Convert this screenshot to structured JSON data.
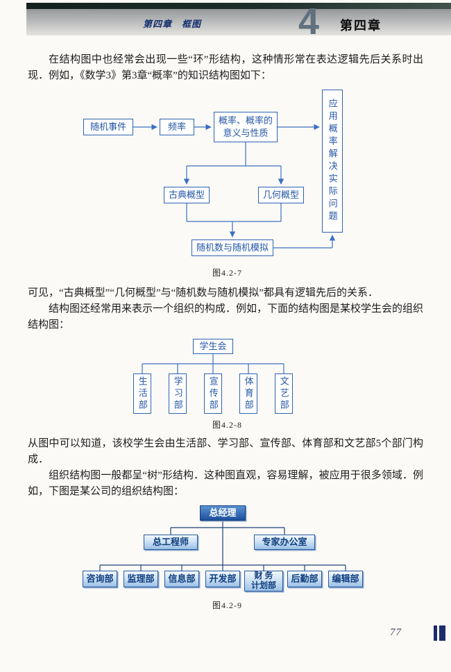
{
  "header": {
    "running_chapter": "第四章",
    "running_section": "框图",
    "chapter_number": "4",
    "chapter_title": "第四章"
  },
  "paragraphs": {
    "p1": "在结构图中也经常会出现一些“环”形结构，这种情形常在表达逻辑先后关系时出现．例如，《数学3》第3章“概率”的知识结构图如下：",
    "p2": "可见，“古典概型”“几何概型”与“随机数与随机模拟”都具有逻辑先后的关系．",
    "p3": "结构图还经常用来表示一个组织的构成．例如，下面的结构图是某校学生会的组织结构图：",
    "p4": "从图中可以知道，该校学生会由生活部、学习部、宣传部、体育部和文艺部5个部门构成．",
    "p5": "组织结构图一般都呈“树”形结构．这种图直观，容易理解，被应用于很多领域．例如，下图是某公司的组织结构图："
  },
  "fig1": {
    "caption": "图4.2-7",
    "nodes": {
      "random_event": "随机事件",
      "frequency": "频率",
      "probability": "概率、概率的意义与性质",
      "apply": "应用概率解决实际问题",
      "classical": "古典概型",
      "geometric": "几何概型",
      "simulation": "随机数与随机模拟"
    }
  },
  "fig2": {
    "caption": "图4.2-8",
    "root": "学生会",
    "departments": [
      "生活部",
      "学习部",
      "宣传部",
      "体育部",
      "文艺部"
    ]
  },
  "fig3": {
    "caption": "图4.2-9",
    "root": "总经理",
    "mid": [
      "总工程师",
      "专家办公室"
    ],
    "departments": [
      "咨询部",
      "监理部",
      "信息部",
      "开发部",
      "财 务\n计划部",
      "后勤部",
      "编辑部"
    ]
  },
  "footer": {
    "page_number": "77"
  }
}
